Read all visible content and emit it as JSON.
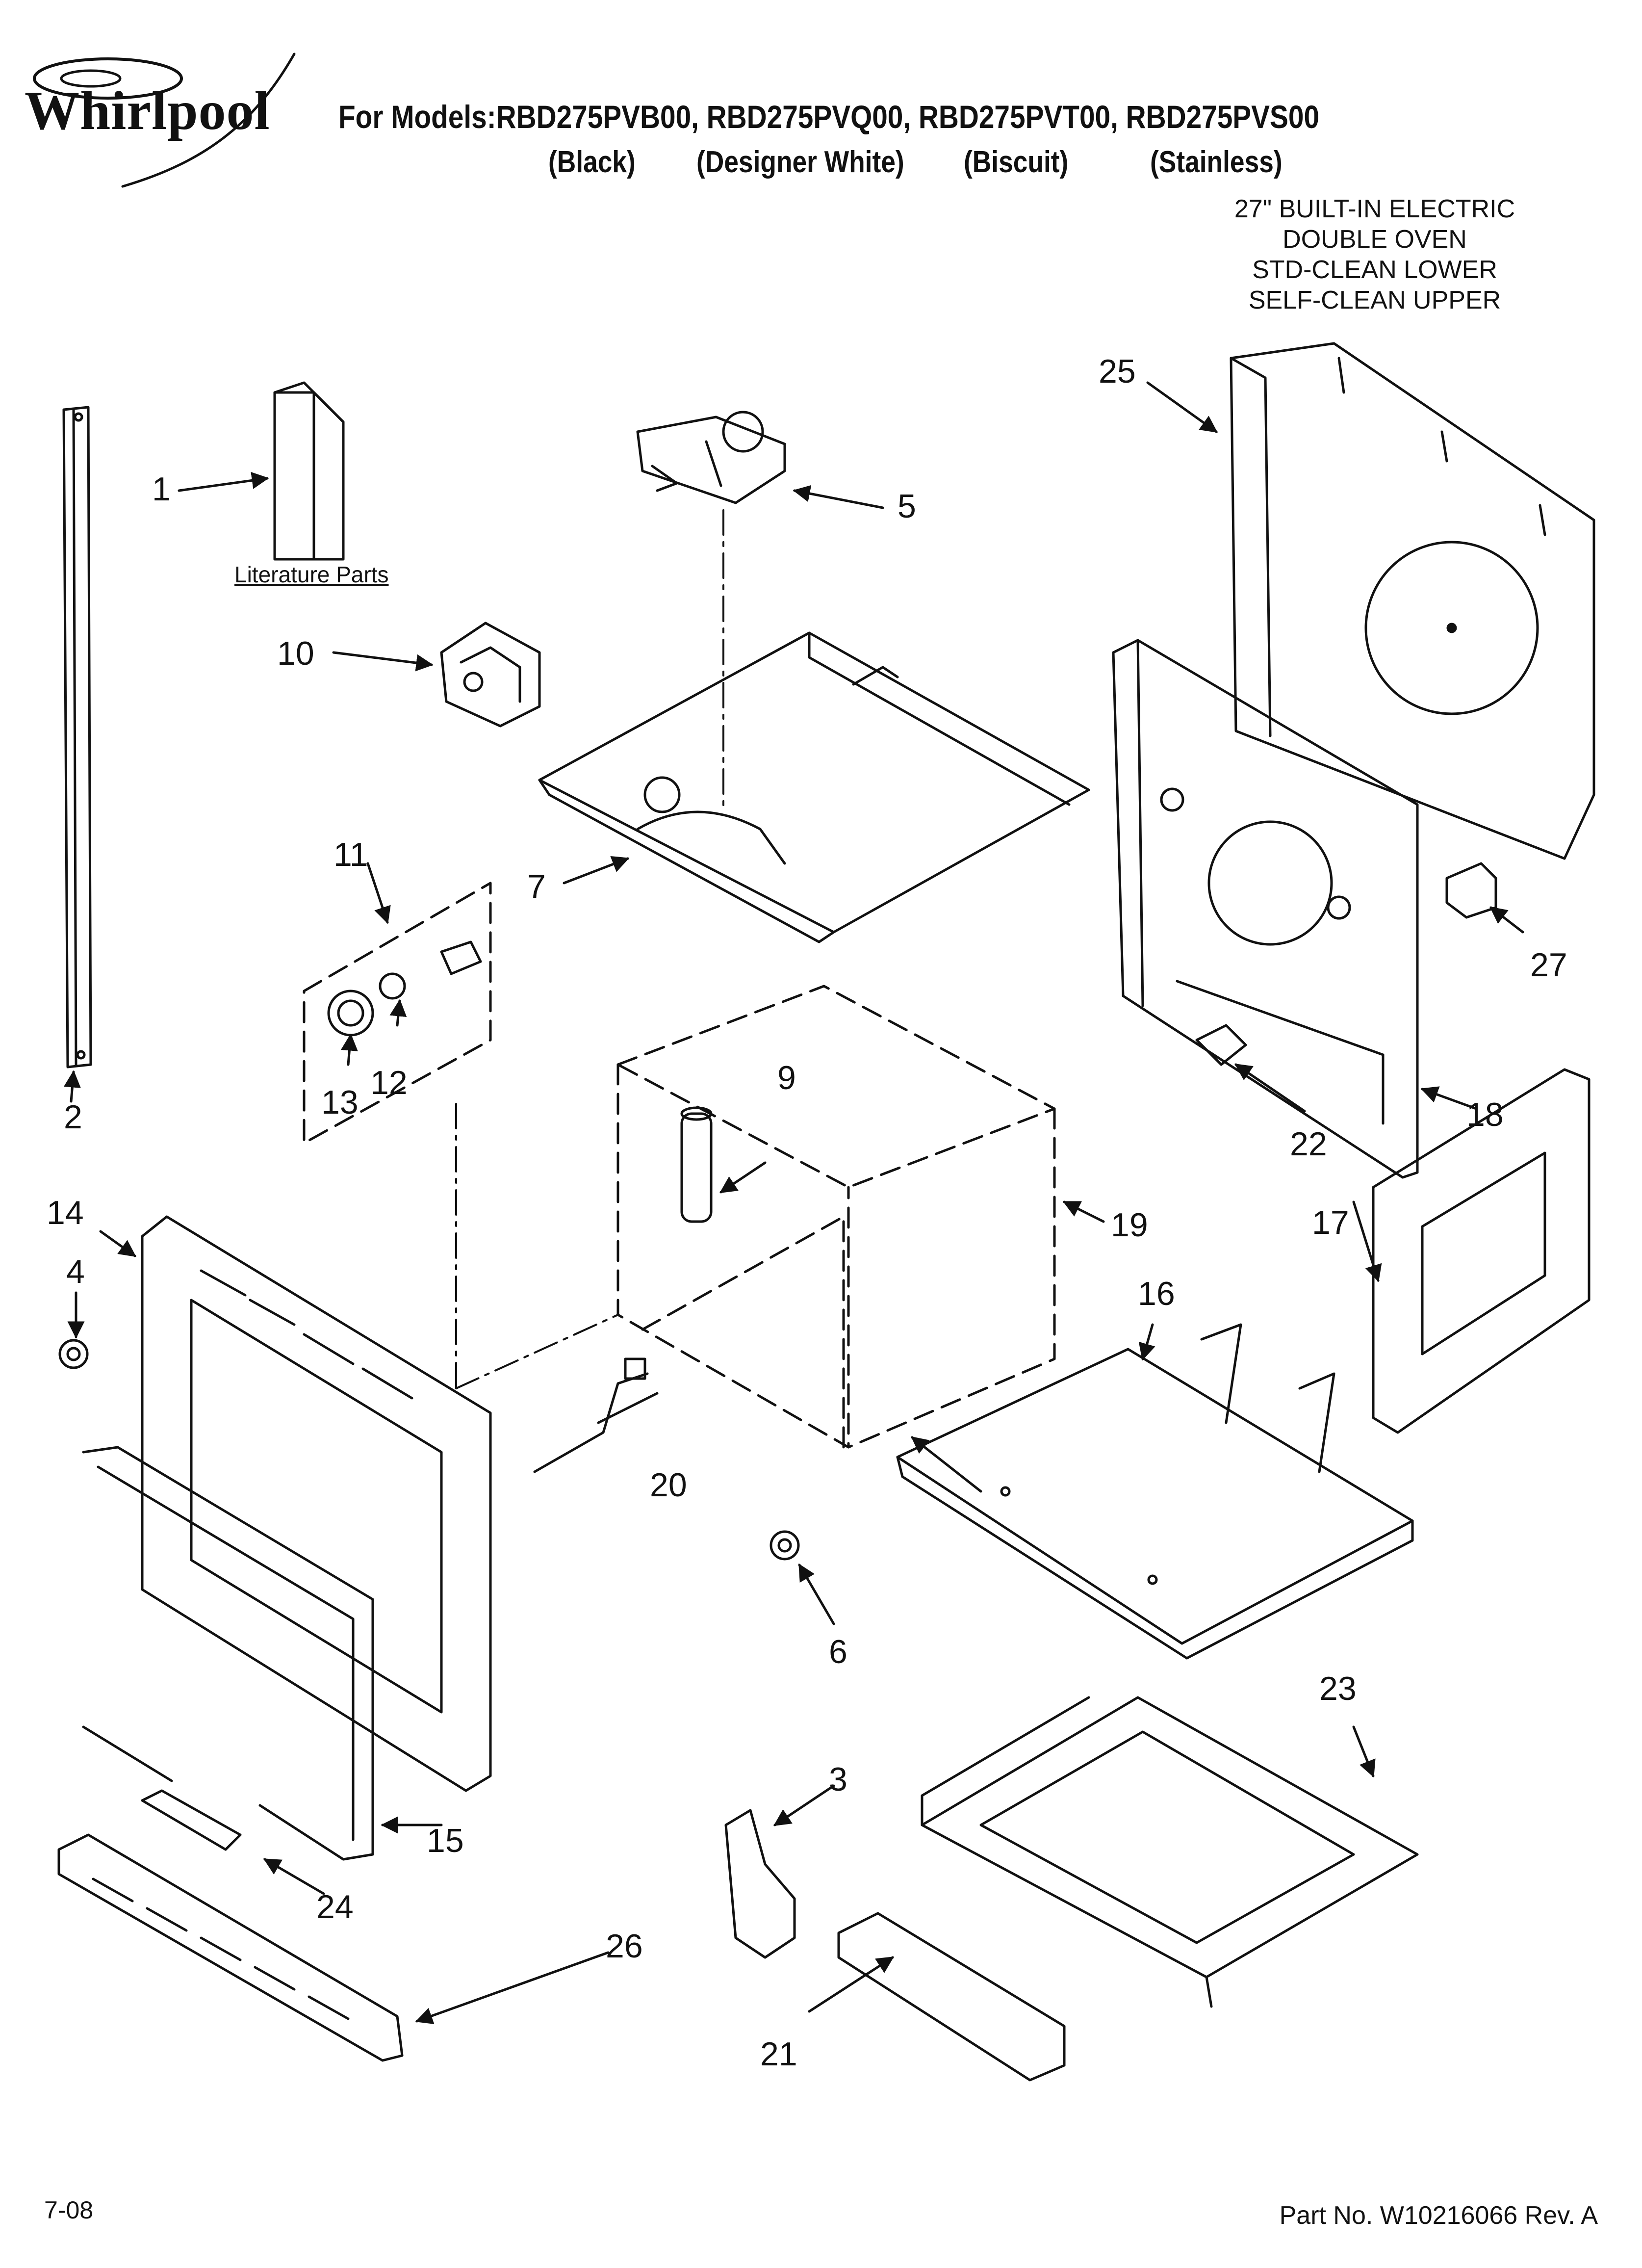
{
  "header": {
    "brand": "Whirlpool",
    "models_line": "For Models:RBD275PVB00, RBD275PVQ00, RBD275PVT00, RBD275PVS00",
    "colors": [
      "(Black)",
      "(Designer White)",
      "(Biscuit)",
      "(Stainless)"
    ],
    "description": [
      "27\" BUILT-IN ELECTRIC",
      "DOUBLE OVEN",
      "STD-CLEAN LOWER",
      "SELF-CLEAN UPPER"
    ]
  },
  "literature_label": "Literature Parts",
  "callouts": [
    "1",
    "2",
    "3",
    "4",
    "5",
    "6",
    "7",
    "9",
    "10",
    "11",
    "12",
    "13",
    "14",
    "15",
    "16",
    "17",
    "18",
    "19",
    "20",
    "21",
    "22",
    "23",
    "24",
    "25",
    "26",
    "27"
  ],
  "footer": {
    "date": "7-08",
    "part_no": "Part No. W10216066 Rev. A"
  },
  "colors": {
    "ink": "#111111",
    "paper": "#ffffff"
  }
}
